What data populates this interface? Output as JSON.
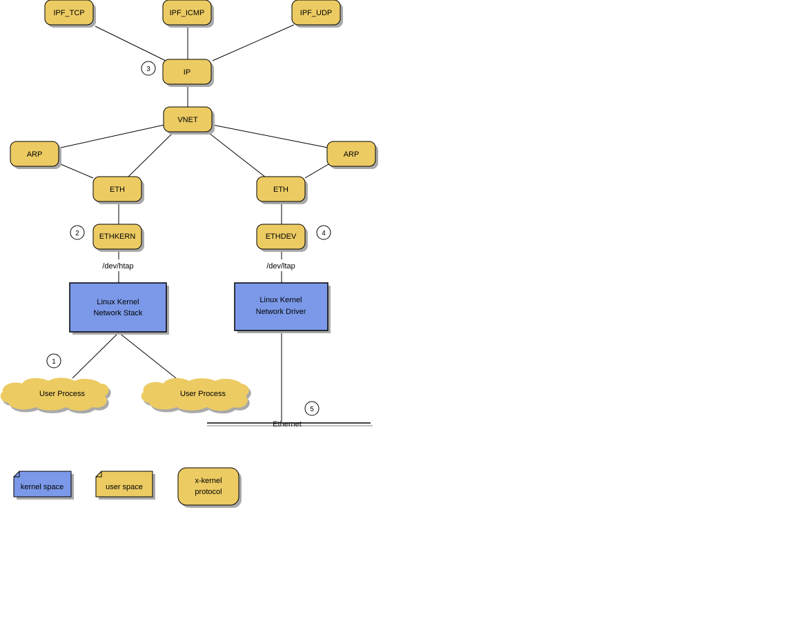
{
  "colors": {
    "protocol_fill": "#eccb63",
    "kernel_fill": "#7b99e8",
    "shadow": "#a9a9a9",
    "line": "#000000"
  },
  "nodes": {
    "ipf_tcp": "IPF_TCP",
    "ipf_icmp": "IPF_ICMP",
    "ipf_udp": "IPF_UDP",
    "ip": "IP",
    "vnet": "VNET",
    "arp_left": "ARP",
    "arp_right": "ARP",
    "eth_left": "ETH",
    "eth_right": "ETH",
    "ethkern": "ETHKERN",
    "ethdev": "ETHDEV",
    "kernel_stack": [
      "Linux Kernel",
      "Network Stack"
    ],
    "kernel_driver": [
      "Linux Kernel",
      "Network Driver"
    ],
    "user_process_left": "User Process",
    "user_process_right": "User Process"
  },
  "device_labels": {
    "htap": "/dev/htap",
    "ltap": "/dev/ltap"
  },
  "ethernet_label": "Ethernet",
  "markers": [
    "1",
    "2",
    "3",
    "4",
    "5"
  ],
  "legend": {
    "kernel": "kernel space",
    "user": "user space",
    "protocol": [
      "x-kernel",
      "protocol"
    ]
  }
}
